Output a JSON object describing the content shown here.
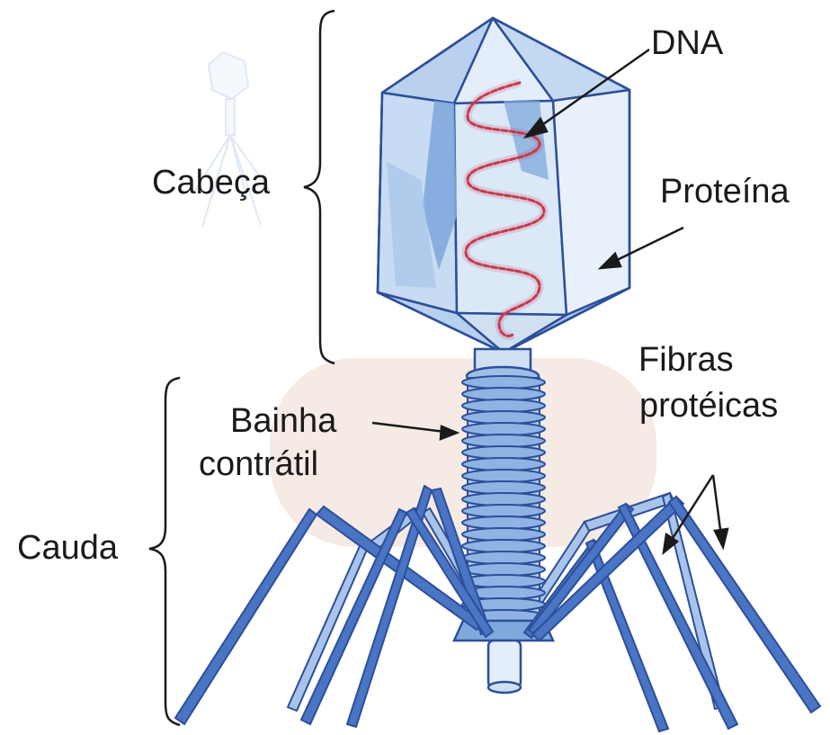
{
  "labels": {
    "head": "Cabeça",
    "tail": "Cauda",
    "dna": "DNA",
    "protein": "Proteína",
    "sheath_line1": "Bainha",
    "sheath_line2": "contrátil",
    "fibers_line1": "Fibras",
    "fibers_line2": "protéicas"
  },
  "colors": {
    "capsid_fill": "#cfe0f3",
    "capsid_face_dark": "#6e9fd6",
    "capsid_stroke": "#2d4f9a",
    "dna_strand": "#c9394f",
    "tail_fiber": "#4a74c4",
    "tail_fiber_light": "#a9c4ea",
    "background_blob": "#f3e6df",
    "text": "#1a1a1a"
  },
  "icons": {
    "background": "faded-bacteriophage-icon",
    "watermark_blob": "pale-background-blob"
  }
}
